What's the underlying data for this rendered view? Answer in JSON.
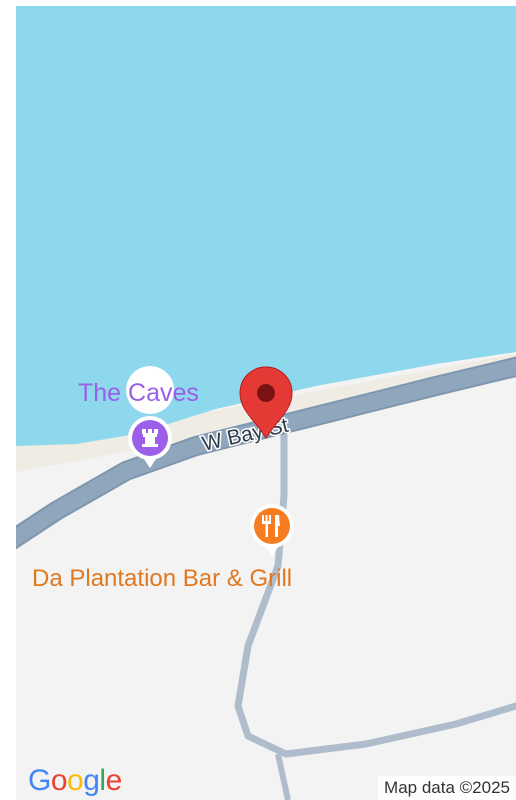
{
  "map": {
    "colors": {
      "water": "#8dd8ec",
      "land": "#f3f3f3",
      "beach": "#efece4",
      "main_road": "#8fa6bd",
      "main_road_casing": "#7e96ae",
      "minor_road": "#aebccb",
      "pin_red": "#e53935",
      "poi_purple": "#9c5fe8",
      "poi_orange": "#f57c20"
    },
    "road_label": "W Bay St",
    "marker": {
      "icon": "red-map-pin-icon"
    },
    "pois": [
      {
        "name": "The Caves",
        "icon": "castle-icon",
        "color": "#9c5fe8"
      },
      {
        "name": "Da Plantation Bar & Grill",
        "icon": "fork-knife-icon",
        "color": "#e07820"
      }
    ],
    "attribution": "Map data ©2025",
    "logo": {
      "text": "Google",
      "letters": [
        {
          "ch": "G",
          "color": "#4285f4"
        },
        {
          "ch": "o",
          "color": "#ea4335"
        },
        {
          "ch": "o",
          "color": "#fbbc05"
        },
        {
          "ch": "g",
          "color": "#4285f4"
        },
        {
          "ch": "l",
          "color": "#34a853"
        },
        {
          "ch": "e",
          "color": "#ea4335"
        }
      ]
    }
  }
}
